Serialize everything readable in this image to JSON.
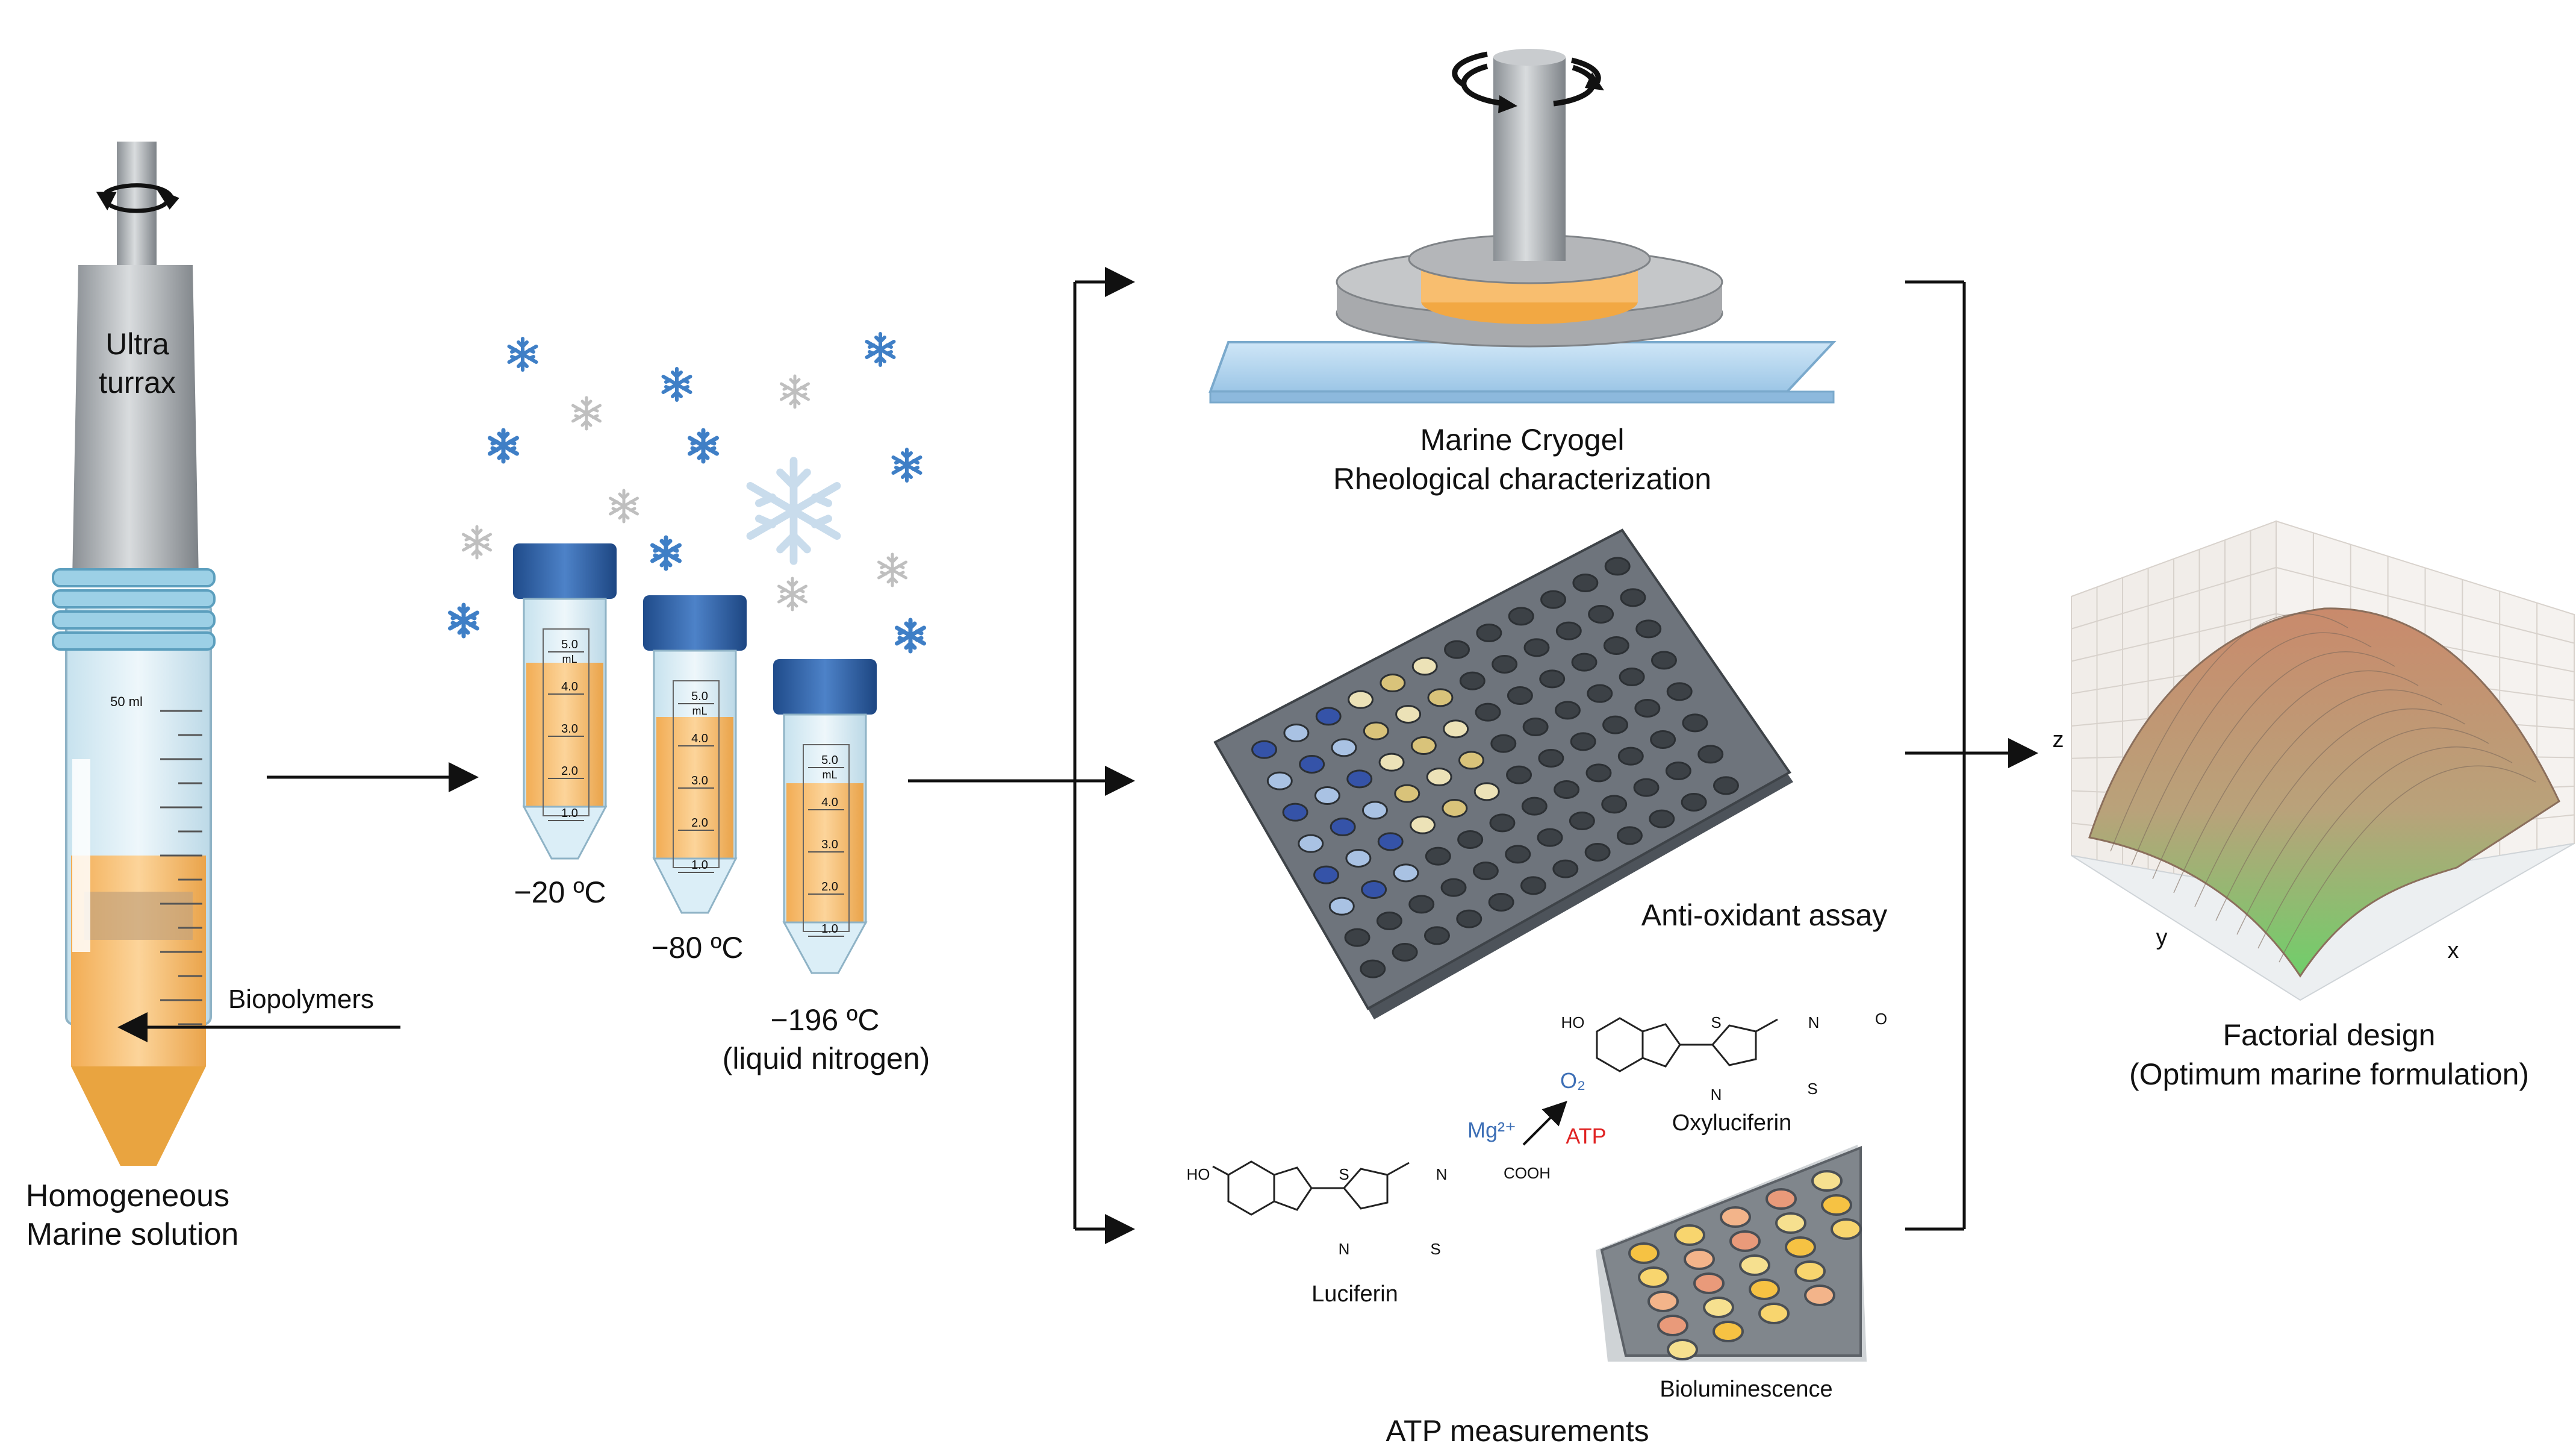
{
  "colors": {
    "solution": "#f8be6f",
    "solution_dark": "#e19a3c",
    "cap": "#2f62a8",
    "tube_glass": "#dbeef7",
    "plate": "#6e747c",
    "plate_rim": "#4d535a",
    "snow_blue": "#3f7fc6",
    "snow_grey": "#bfbfbf",
    "surface_top": "#c98a6c",
    "surface_bottom": "#6fcf6a",
    "arrow": "#111111"
  },
  "homogenizer": {
    "name_line1": "Ultra",
    "name_line2": "turrax",
    "scale_unit": "50 ml",
    "input_label": "Biopolymers",
    "output_line1": "Homogeneous",
    "output_line2": "Marine solution",
    "icon": "rotation-arrow-icon"
  },
  "freezing": {
    "icon": "snowflake-icon",
    "tube_scale": [
      "5.0",
      "4.0",
      "3.0",
      "2.0",
      "1.0"
    ],
    "tube_unit": "mL",
    "tubes": [
      {
        "label": "−20 ºC"
      },
      {
        "label": "−80 ºC"
      },
      {
        "label": "−196 ºC",
        "sublabel": "(liquid nitrogen)"
      }
    ]
  },
  "analyses": {
    "rheology": {
      "title_line1": "Marine Cryogel",
      "title_line2": "Rheological characterization",
      "icon": "rheometer-icon"
    },
    "antioxidant": {
      "title": "Anti-oxidant assay",
      "icon": "well-plate-icon"
    },
    "atp": {
      "title": "ATP measurements",
      "luciferin": "Luciferin",
      "oxyluciferin": "Oxyluciferin",
      "bioluminescence": "Bioluminescence",
      "cofactor": "Mg²⁺",
      "o2": "O₂",
      "atp_label": "ATP",
      "ho": "HO",
      "cooh": "COOH",
      "s_atom": "S",
      "n_atom": "N",
      "o_atom": "O"
    }
  },
  "factorial": {
    "title_line1": "Factorial design",
    "title_line2": "(Optimum marine formulation)",
    "axis_x": "x",
    "axis_y": "y",
    "axis_z": "z",
    "icon": "response-surface-icon"
  }
}
